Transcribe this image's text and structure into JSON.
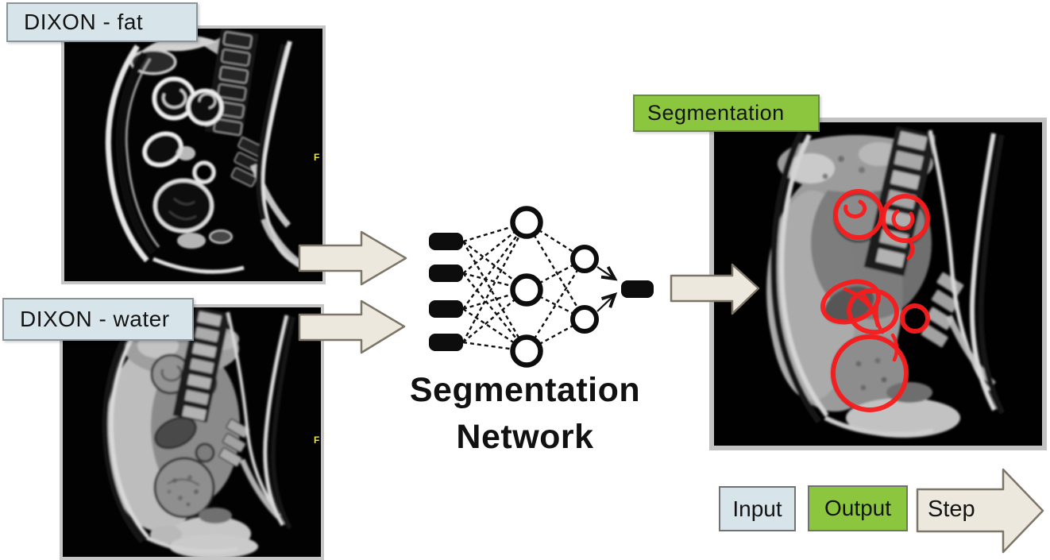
{
  "title_labels": {
    "fat": "DIXON - fat",
    "water": "DIXON - water",
    "segmentation": "Segmentation"
  },
  "network": {
    "title_line1": "Segmentation",
    "title_line2": "Network",
    "layers": {
      "input": 4,
      "hidden1": 3,
      "hidden2": 2,
      "output": 1
    }
  },
  "legend": {
    "input": "Input",
    "output": "Output",
    "step": "Step"
  },
  "orientation_markers": {
    "fat": "F",
    "water": "F"
  },
  "colors": {
    "canvas_bg": "#ffffff",
    "label_blue_fill": "#d7e4e9",
    "label_blue_border": "#8a9599",
    "label_green_fill": "#8cc63e",
    "label_green_border": "#60922f",
    "legend_border": "#727272",
    "arrow_fill": "#ece8dd",
    "arrow_border": "#7d7568",
    "frame_border": "#c6c6c6",
    "network_ink": "#111111",
    "segmentation_red": "#f91c1c",
    "marker_yellow": "#e8e44c",
    "text_dark": "#141414"
  }
}
